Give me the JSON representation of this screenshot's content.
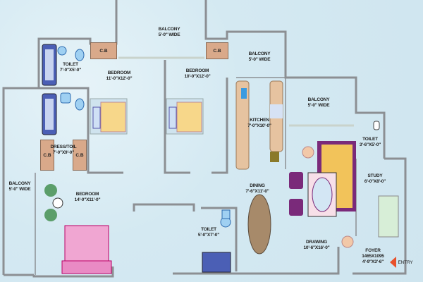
{
  "rooms": {
    "balcony_top": {
      "name": "BALCONY",
      "size": "5'-0\" WIDE"
    },
    "toilet_1": {
      "name": "TOILET",
      "size": "7'-0\"X5'-0\""
    },
    "bedroom_1": {
      "name": "BEDROOM",
      "size": "11'-0\"X12'-0\""
    },
    "bedroom_2": {
      "name": "BEDROOM",
      "size": "10'-0\"X12'-0\""
    },
    "balcony_kitchen": {
      "name": "BALCONY",
      "size": "5'-0\" WIDE"
    },
    "kitchen": {
      "name": "KITCHEN",
      "size": "7'-0\"X10'-0\""
    },
    "balcony_drawing": {
      "name": "BALCONY",
      "size": "5'-0\" WIDE"
    },
    "toilet_study": {
      "name": "TOILET",
      "size": "3'-6\"X5'-0\""
    },
    "dress_toil": {
      "name": "DRESS/TOIL",
      "size": "7'-0\"X9'-0\""
    },
    "balcony_left": {
      "name": "BALCONY",
      "size": "5'-0\" WIDE"
    },
    "bedroom_3": {
      "name": "BEDROOM",
      "size": "14'-0\"X11'-0\""
    },
    "dining": {
      "name": "DINING",
      "size": "7'-6\"X11'-0\""
    },
    "study": {
      "name": "STUDY",
      "size": "6'-0\"X8'-0\""
    },
    "toilet_2": {
      "name": "TOILET",
      "size": "5'-0\"X7'-0\""
    },
    "drawing": {
      "name": "DRAWING",
      "size": "10'-6\"X16'-0\""
    },
    "foyer": {
      "name": "FOYER",
      "size": "1465X1095",
      "size2": "4'-9\"X3'-6\""
    }
  },
  "cupboard_label": "C.B",
  "entry_label": "ENTRY",
  "colors": {
    "wall": "#8c8f93",
    "cupboard": "#d9a98a",
    "bed": "#f7d78a",
    "sofa": "#7a2a7a",
    "entry_arrow": "#e8502a"
  }
}
